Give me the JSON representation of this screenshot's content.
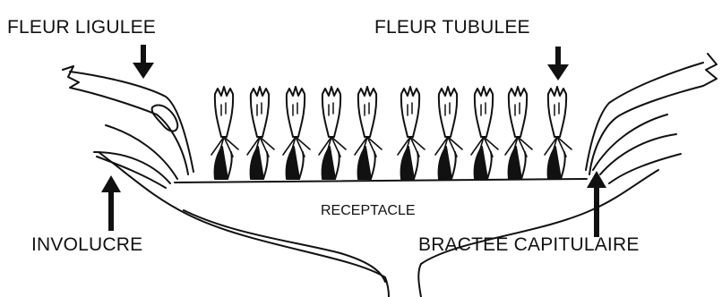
{
  "labels": {
    "fleur_ligulee": "FLEUR LIGULEE",
    "fleur_tubulee": "FLEUR TUBULEE",
    "receptacle": "RECEPTACLE",
    "involucre": "INVOLUCRE",
    "bractee_capitulaire": "BRACTEE CAPITULAIRE"
  },
  "colors": {
    "ink": "#111111",
    "background": "#ffffff"
  }
}
